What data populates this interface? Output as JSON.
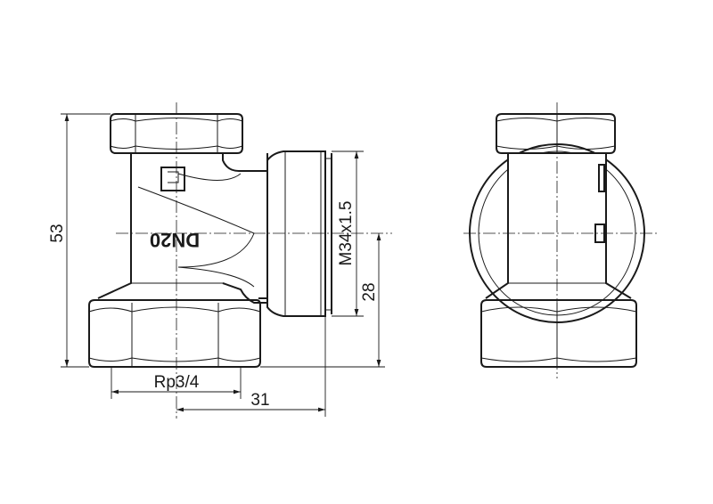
{
  "drawing": {
    "body_marking": "DN20",
    "dimensions": {
      "height": "53",
      "thread_outlet": "M34x1.5",
      "outlet_height": "28",
      "inlet_thread": "Rp3/4",
      "outlet_offset": "31"
    }
  }
}
